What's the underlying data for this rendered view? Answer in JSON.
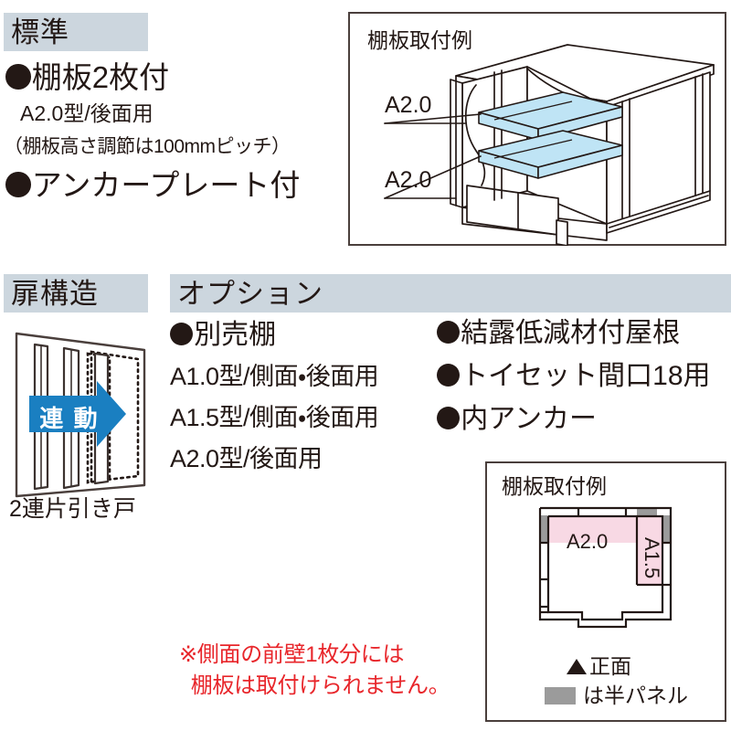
{
  "standard": {
    "header": "標準",
    "line1": "棚板2枚付",
    "line2": "A2.0型/後面用",
    "line3": "（棚板高さ調節は100mmピッチ）",
    "line4": "アンカープレート付"
  },
  "shelf_example": {
    "caption": "棚板取付例",
    "label_upper": "A2.0",
    "label_lower": "A2.0",
    "shelf_color": "#bfe4f5",
    "line_color": "#231815"
  },
  "door_structure": {
    "header": "扉構造",
    "arrow_label": "連 動",
    "arrow_color": "#1a7fc1",
    "caption": "2連片引き戸"
  },
  "options": {
    "header": "オプション",
    "left_column": [
      {
        "bullet": true,
        "text": "別売棚"
      },
      {
        "bullet": false,
        "text": "A1.0型/側面・後面用"
      },
      {
        "bullet": false,
        "text": "A1.5型/側面・後面用"
      },
      {
        "bullet": false,
        "text": "A2.0型/後面用"
      }
    ],
    "right_column": [
      {
        "bullet": true,
        "text": "結露低減材付屋根"
      },
      {
        "bullet": true,
        "text": "トイセット間口18用"
      },
      {
        "bullet": true,
        "text": "内アンカー"
      }
    ]
  },
  "warning": {
    "text": "※側面の前壁1枚分には\n  棚板は取付けられません。",
    "color": "#e8262b"
  },
  "floor_plan": {
    "caption": "棚板取付例",
    "shelf_label_top": "A2.0",
    "shelf_label_right": "A1.5",
    "shelf_color": "#f8d9e4",
    "half_panel_color": "#9b9b9b",
    "legend_front": "正面",
    "legend_half_panel": "は半パネル"
  },
  "colors": {
    "header_bar": "#ccd6de",
    "ink": "#231815",
    "frame": "#4a3f3c"
  }
}
